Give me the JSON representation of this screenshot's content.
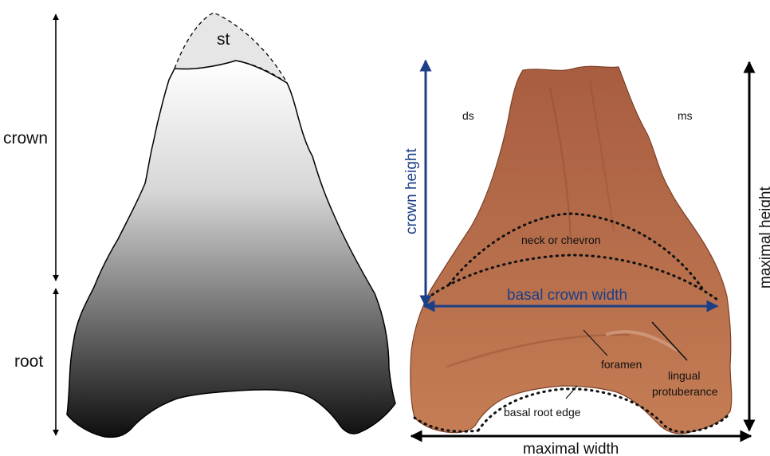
{
  "schematic": {
    "labels": {
      "tip": "st",
      "crown": "crown",
      "root": "root"
    }
  },
  "photo": {
    "labels": {
      "distal_side": "ds",
      "mesial_side": "ms",
      "crown_height": "crown height",
      "maximal_height": "maximal height",
      "neck": "neck or chevron",
      "basal_crown_width": "basal crown width",
      "foramen": "foramen",
      "lingual_protuberance_1": "lingual",
      "lingual_protuberance_2": "protuberance",
      "basal_root_edge": "basal root edge",
      "maximal_width": "maximal width"
    }
  },
  "colors": {
    "blue_measure": "#1c3f86",
    "black_measure": "#000000",
    "tooth_photo": "#b06a48",
    "gradient_top": "#ffffff",
    "gradient_bottom": "#111111"
  }
}
